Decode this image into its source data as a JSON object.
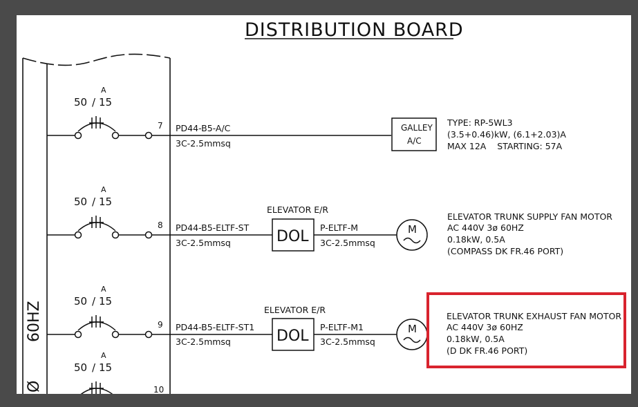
{
  "title": "DISTRIBUTION BOARD",
  "side_label": "60HZ",
  "side_label_bottom": "Ø",
  "highlight_color": "#d9232e",
  "circuits": [
    {
      "number": "7",
      "breaker": {
        "rating": "50",
        "trip": "15",
        "unit": "A"
      },
      "cable_tag": "PD44-B5-A/C",
      "cable_size": "3C-2.5mmsq",
      "load": {
        "box_line1": "GALLEY",
        "box_line2": "A/C",
        "desc": [
          "TYPE: RP-5WL3",
          "(3.5+0.46)kW, (6.1+2.03)A",
          "MAX 12A    STARTING: 57A"
        ]
      }
    },
    {
      "number": "8",
      "breaker": {
        "rating": "50",
        "trip": "15",
        "unit": "A"
      },
      "cable_tag": "PD44-B5-ELTF-ST",
      "cable_size": "3C-2.5mmsq",
      "starter": {
        "location": "ELEVATOR E/R",
        "label": "DOL"
      },
      "motor_tag": "P-ELTF-M",
      "motor_cable": "3C-2.5mmsq",
      "motor_symbol": "M",
      "load": {
        "desc": [
          "ELEVATOR TRUNK SUPPLY FAN MOTOR",
          "AC 440V 3ø 60HZ",
          "0.18kW, 0.5A",
          "(COMPASS DK FR.46 PORT)"
        ]
      }
    },
    {
      "number": "9",
      "breaker": {
        "rating": "50",
        "trip": "15",
        "unit": "A"
      },
      "cable_tag": "PD44-B5-ELTF-ST1",
      "cable_size": "3C-2.5mmsq",
      "starter": {
        "location": "ELEVATOR E/R",
        "label": "DOL"
      },
      "motor_tag": "P-ELTF-M1",
      "motor_cable": "3C-2.5mmsq",
      "motor_symbol": "M",
      "load": {
        "desc": [
          "ELEVATOR TRUNK EXHAUST FAN MOTOR",
          "AC 440V 3ø 60HZ",
          "0.18kW, 0.5A",
          "(D DK FR.46 PORT)"
        ]
      }
    },
    {
      "number": "10",
      "breaker": {
        "rating": "50",
        "trip": "15",
        "unit": "A"
      }
    }
  ]
}
